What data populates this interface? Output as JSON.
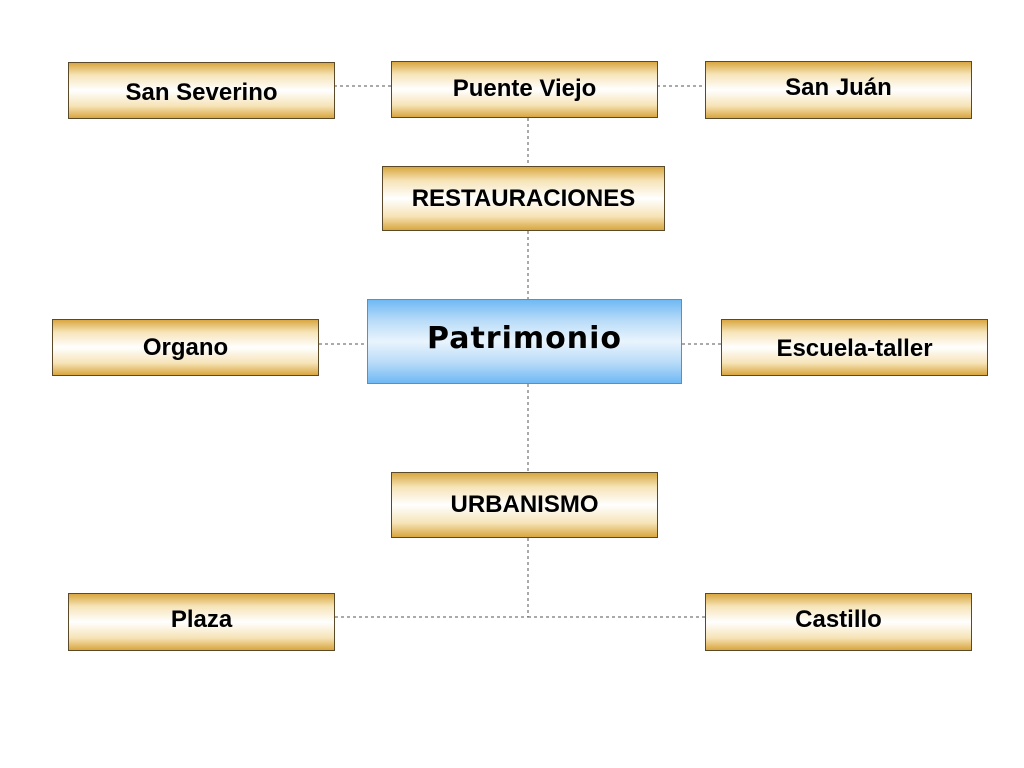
{
  "diagram": {
    "center": {
      "label": "Patrimonio"
    },
    "restauraciones": {
      "label": "RESTAURACIONES",
      "children": [
        "San Severino",
        "Puente Viejo",
        "San Juán"
      ]
    },
    "urbanismo": {
      "label": "URBANISMO",
      "children": [
        "Plaza",
        "Castillo"
      ]
    },
    "side_nodes": [
      "Organo",
      "Escuela-taller"
    ]
  },
  "colors": {
    "node_gold": "#d9a640",
    "center_blue": "#6fb9f4",
    "connector": "#555555"
  }
}
